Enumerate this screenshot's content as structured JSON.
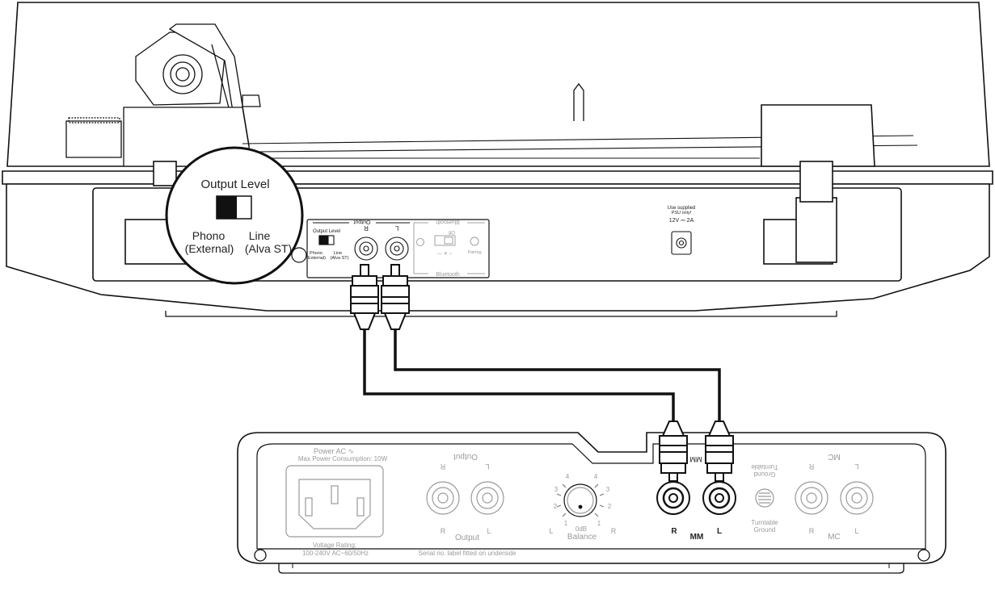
{
  "turntable": {
    "callout": {
      "title": "Output Level",
      "phono_line1": "Phono",
      "phono_line2": "(External)",
      "line_line1": "Line",
      "line_line2": "(Alva ST)"
    },
    "panel": {
      "output_title": "Output",
      "output_level": "Output Level",
      "phono": "Phono",
      "external": "(External)",
      "line": "Line",
      "alva": "(Alva ST)",
      "jack_r": "R",
      "jack_l": "L",
      "bluetooth_top": "Bluetooth",
      "bluetooth_bottom": "Bluetooth",
      "bt_off": "Off",
      "pairing": "Pairing",
      "psu_line1": "Use supplied",
      "psu_line2": "PSU only!",
      "psu_rating": "12V ⎓ 2A"
    }
  },
  "amplifier": {
    "power_title": "Power AC ∿",
    "power_consumption": "Max Power Consumption: 10W",
    "voltage_label": "Voltage Rating:",
    "voltage_value": "100-240V AC~60/50Hz",
    "output_top": "Output",
    "output_top_r": "R",
    "output_top_l": "L",
    "output_bottom": "Output",
    "output_bottom_r": "R",
    "output_bottom_l": "L",
    "serial": "Serial no. label fitted on underside",
    "balance": "Balance",
    "balance_l": "L",
    "balance_r": "R",
    "balance_zero": "0dB",
    "scale": [
      "1",
      "2",
      "3",
      "4",
      "4",
      "3",
      "2",
      "1"
    ],
    "mm_top": "MM",
    "mm_bottom": "MM",
    "mm_r": "R",
    "mm_l": "L",
    "ground_top1": "Turntable",
    "ground_top2": "Ground",
    "ground_bottom1": "Turntable",
    "ground_bottom2": "Ground",
    "mc_top": "MC",
    "mc_top_r": "R",
    "mc_top_l": "L",
    "mc_bottom": "MC",
    "mc_bottom_r": "R",
    "mc_bottom_l": "L"
  },
  "colors": {
    "stroke": "#111111",
    "light": "#9a9a9a"
  }
}
